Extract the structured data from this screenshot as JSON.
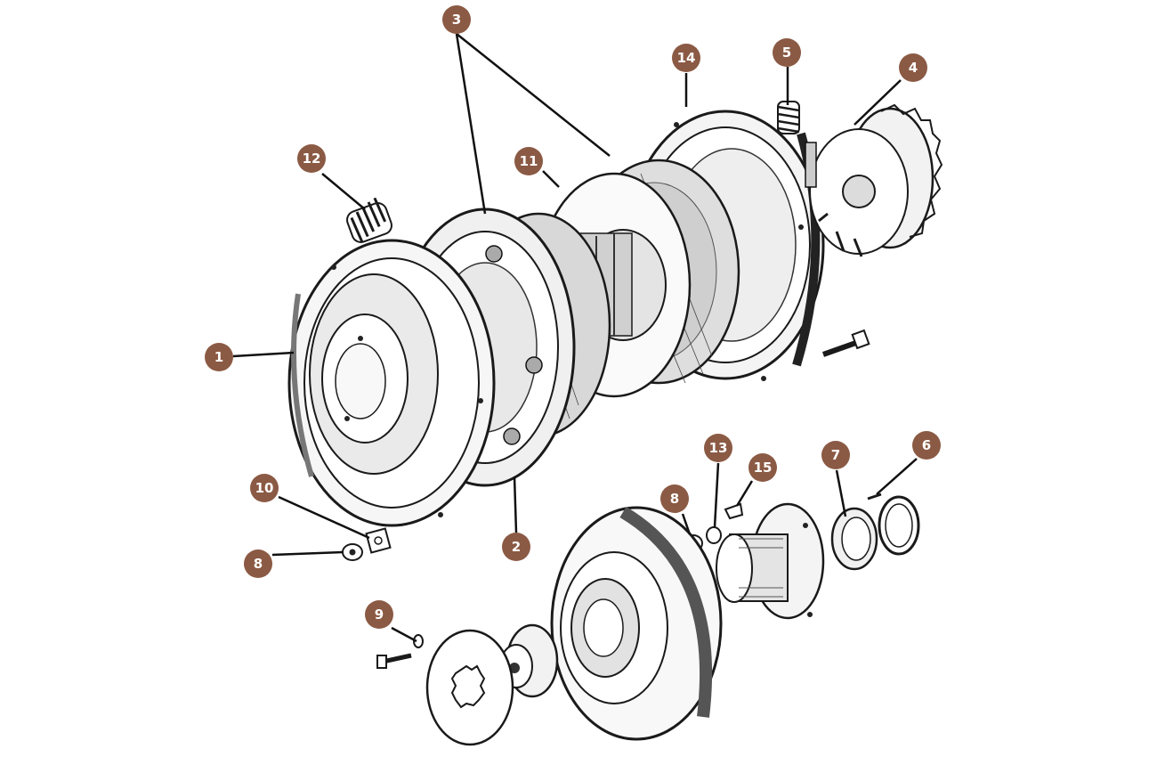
{
  "diagram": {
    "theme": {
      "callout_fill": "#8b5a44",
      "callout_text": "#ffffff",
      "ink": "#1a1a1a"
    },
    "callouts": {
      "c1": "1",
      "c2": "2",
      "c3": "3",
      "c4": "4",
      "c5": "5",
      "c6": "6",
      "c7": "7",
      "c8a": "8",
      "c8b": "8",
      "c9": "9",
      "c10": "10",
      "c11": "11",
      "c12": "12",
      "c13": "13",
      "c14": "14",
      "c15": "15"
    }
  }
}
